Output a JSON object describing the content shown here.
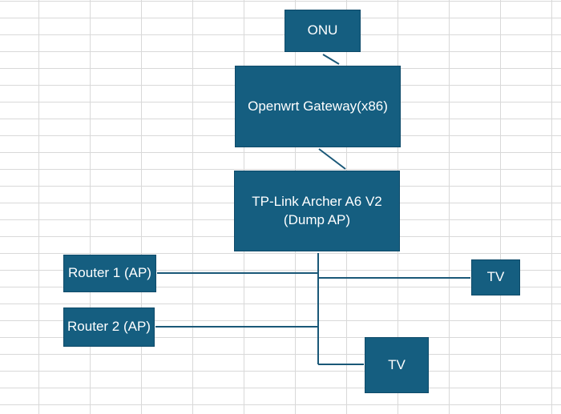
{
  "colors": {
    "node_fill": "#155e80",
    "connector": "#1a5878"
  },
  "nodes": {
    "onu": "ONU",
    "gateway": "Openwrt Gateway(x86)",
    "archer": "TP-Link Archer A6 V2\n(Dump AP)",
    "router1": "Router 1 (AP)",
    "router2": "Router 2 (AP)",
    "tv1": "TV",
    "tv2": "TV"
  }
}
